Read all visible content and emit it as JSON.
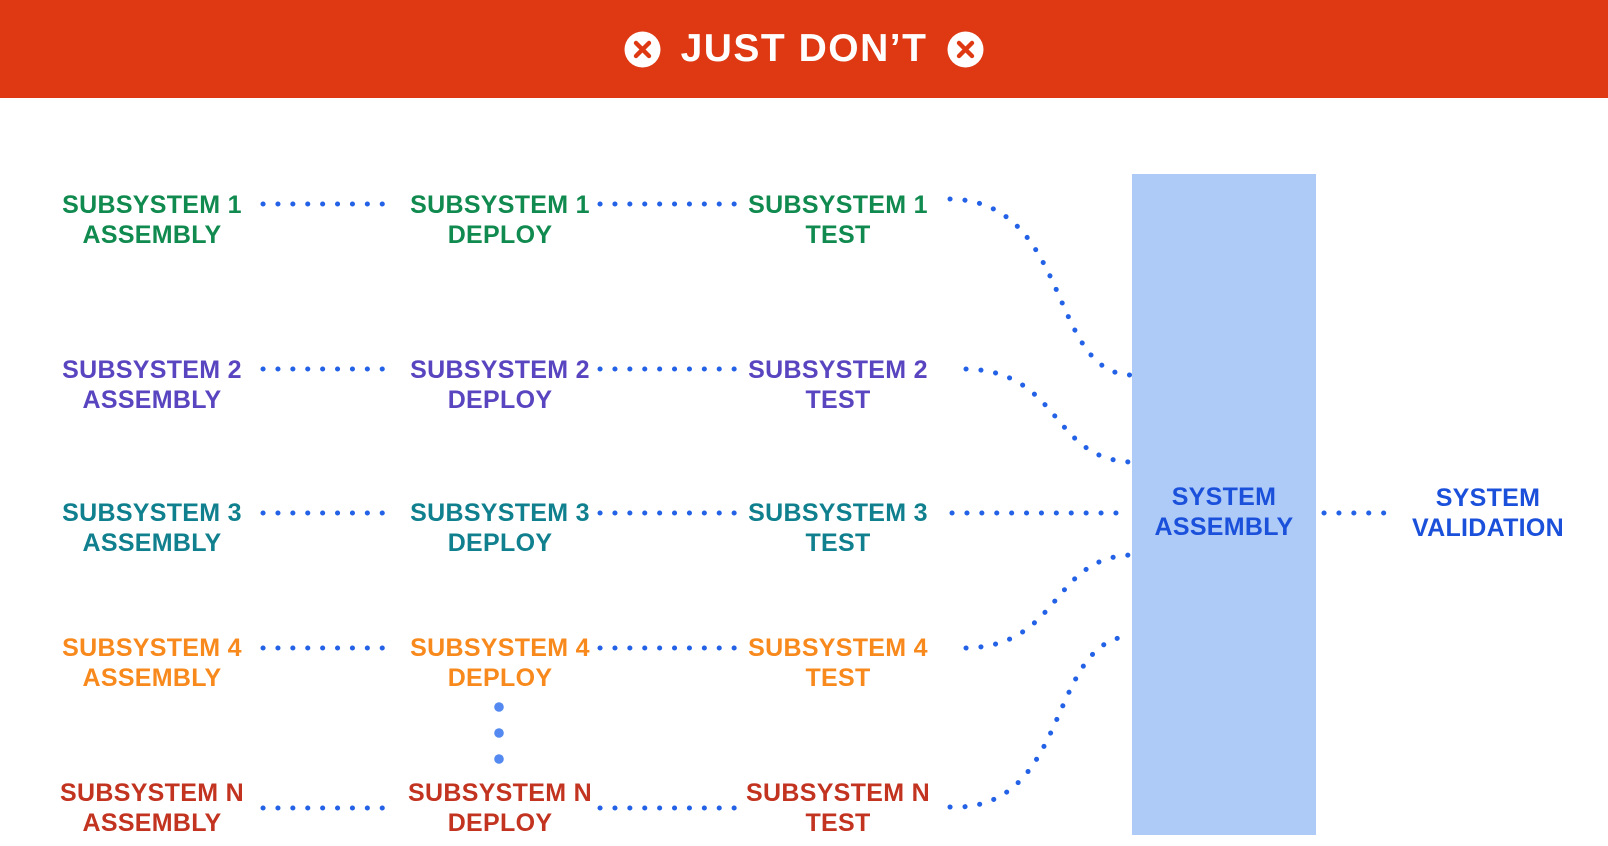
{
  "banner": {
    "title": "JUST DON’T",
    "bg_color": "#DE3912",
    "icon": "x-circle-icon",
    "icon_color": "#DE3912"
  },
  "stages": [
    "ASSEMBLY",
    "DEPLOY",
    "TEST"
  ],
  "rows": [
    {
      "name": "SUBSYSTEM 1",
      "color": "#108A4F"
    },
    {
      "name": "SUBSYSTEM 2",
      "color": "#5A45C0"
    },
    {
      "name": "SUBSYSTEM 3",
      "color": "#10808F"
    },
    {
      "name": "SUBSYSTEM 4",
      "color": "#F8891D"
    },
    {
      "name": "SUBSYSTEM N",
      "color": "#C23320"
    }
  ],
  "system_assembly": {
    "line1": "SYSTEM",
    "line2": "ASSEMBLY",
    "box_color": "#AECBF8",
    "text_color": "#1B50DB"
  },
  "system_validation": {
    "line1": "SYSTEM",
    "line2": "VALIDATION",
    "text_color": "#1B50DB"
  },
  "connectors": {
    "dot_color": "#2361E6",
    "ellipsis_dot_color": "#5389F0"
  }
}
